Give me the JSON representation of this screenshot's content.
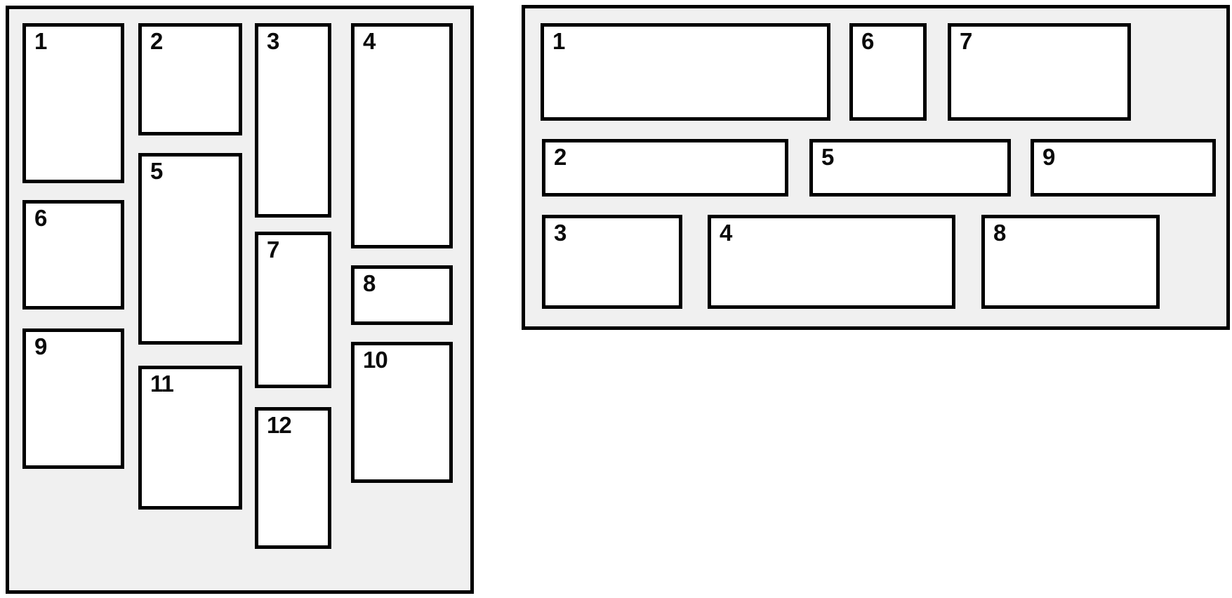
{
  "colors": {
    "container_fill": "#f0f0f0",
    "container_border": "#000000",
    "box_fill": "#ffffff",
    "box_border": "#000000",
    "label_color": "#0a0a0a"
  },
  "left_panel": {
    "items": [
      {
        "label": "1"
      },
      {
        "label": "2"
      },
      {
        "label": "3"
      },
      {
        "label": "4"
      },
      {
        "label": "5"
      },
      {
        "label": "6"
      },
      {
        "label": "7"
      },
      {
        "label": "8"
      },
      {
        "label": "9"
      },
      {
        "label": "10"
      },
      {
        "label": "11"
      },
      {
        "label": "12"
      }
    ]
  },
  "right_panel": {
    "items": [
      {
        "label": "1"
      },
      {
        "label": "2"
      },
      {
        "label": "3"
      },
      {
        "label": "4"
      },
      {
        "label": "5"
      },
      {
        "label": "6"
      },
      {
        "label": "7"
      },
      {
        "label": "8"
      },
      {
        "label": "9"
      }
    ]
  }
}
